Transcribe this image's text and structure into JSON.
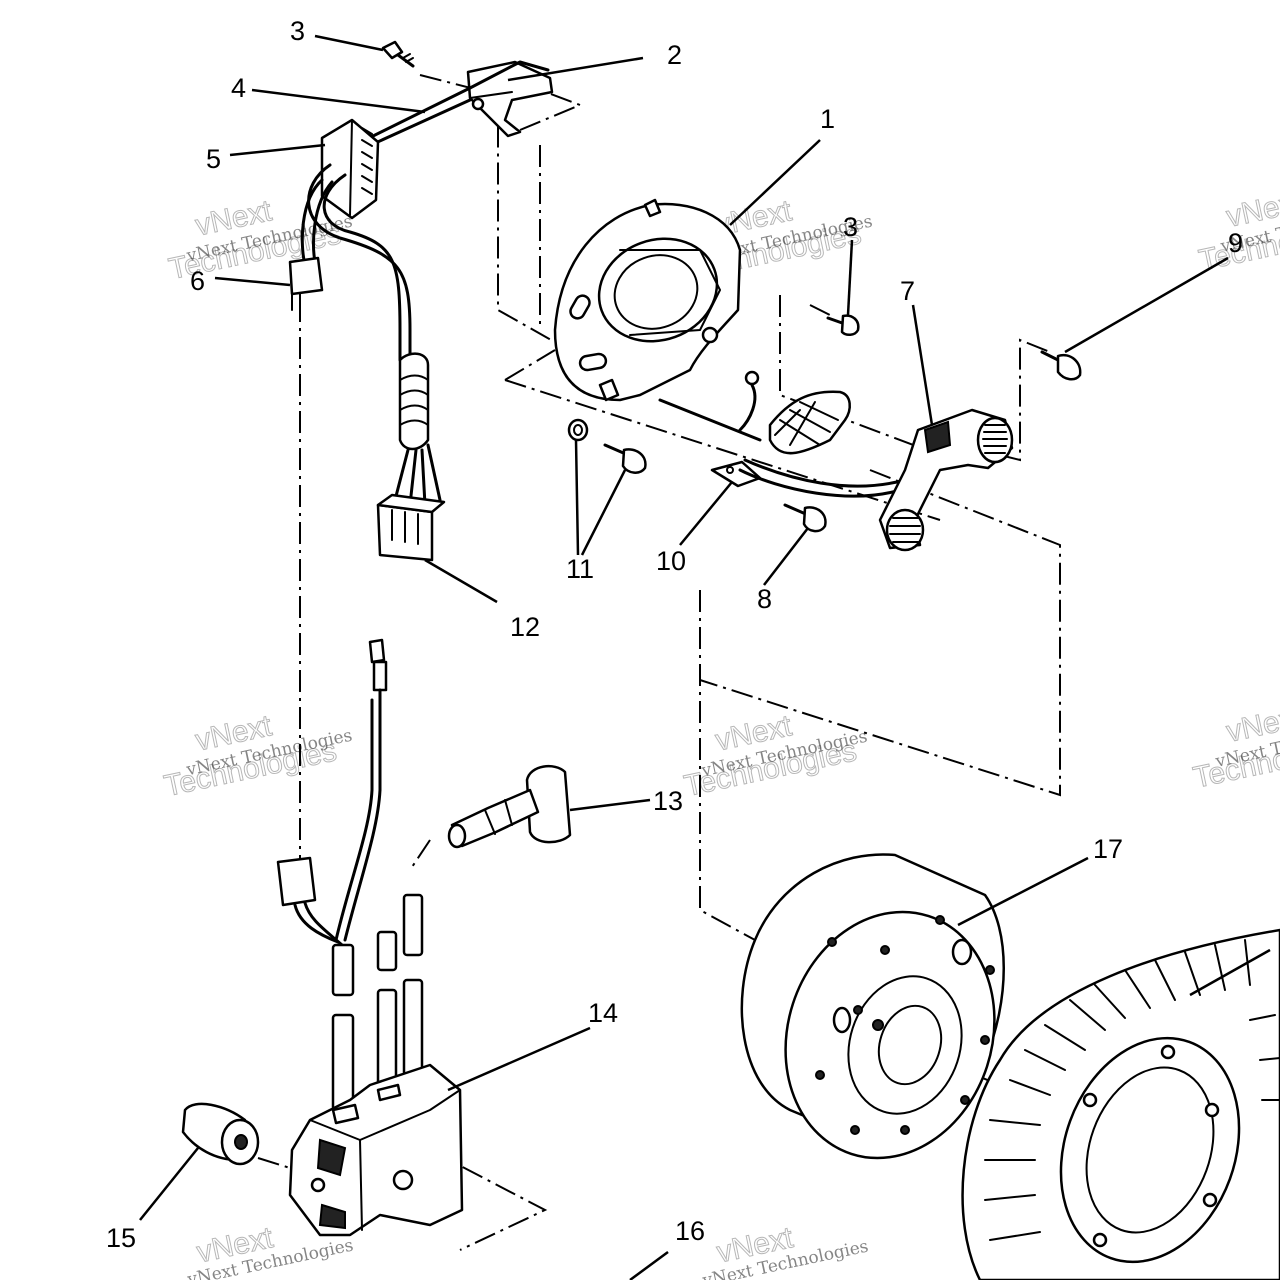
{
  "diagram": {
    "callouts": [
      {
        "id": "1",
        "label": "1"
      },
      {
        "id": "2",
        "label": "2"
      },
      {
        "id": "3a",
        "label": "3"
      },
      {
        "id": "3b",
        "label": "3"
      },
      {
        "id": "4",
        "label": "4"
      },
      {
        "id": "5",
        "label": "5"
      },
      {
        "id": "6",
        "label": "6"
      },
      {
        "id": "7",
        "label": "7"
      },
      {
        "id": "8",
        "label": "8"
      },
      {
        "id": "9",
        "label": "9"
      },
      {
        "id": "10",
        "label": "10"
      },
      {
        "id": "11",
        "label": "11"
      },
      {
        "id": "12",
        "label": "12"
      },
      {
        "id": "13",
        "label": "13"
      },
      {
        "id": "14",
        "label": "14"
      },
      {
        "id": "15",
        "label": "15"
      },
      {
        "id": "16",
        "label": "16"
      },
      {
        "id": "17",
        "label": "17"
      }
    ],
    "watermark": {
      "line1": "vNext Technologies",
      "line2a": "vNext",
      "line2b": "Technologies"
    }
  }
}
